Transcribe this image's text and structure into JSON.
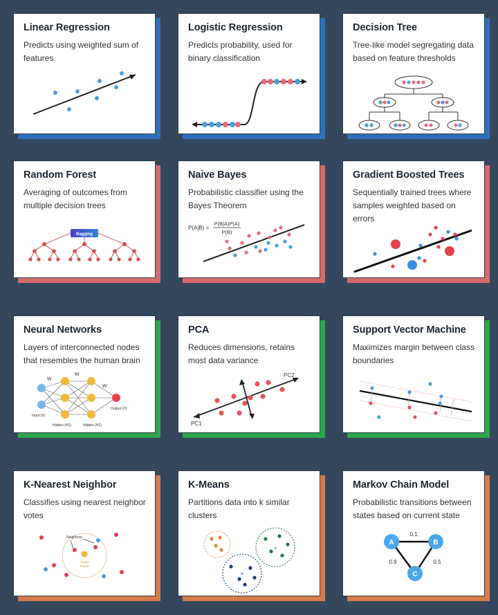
{
  "cards": {
    "linear_regression": {
      "title": "Linear Regression",
      "desc": "Predicts using weighted sum of features",
      "accent": "#2f6fbd"
    },
    "logistic_regression": {
      "title": "Logistic Regression",
      "desc": "Predicts probability, used for binary classification",
      "accent": "#2f6fbd"
    },
    "decision_tree": {
      "title": "Decision Tree",
      "desc": "Tree-like model segregating data based on feature thresholds",
      "accent": "#2f6fbd"
    },
    "random_forest": {
      "title": "Random Forest",
      "desc": "Averaging of outcomes from multiple decision trees",
      "accent": "#d86a6a",
      "bagging_label": "Bagging"
    },
    "naive_bayes": {
      "title": "Naive Bayes",
      "desc": "Probabilistic classifier using the Bayes Theorem",
      "accent": "#d86a6a",
      "formula_lhs": "P(A|B) =",
      "formula_num": "P(B|A)P(A)",
      "formula_den": "P(B)"
    },
    "gradient_boosted": {
      "title": "Gradient Boosted Trees",
      "desc": "Sequentially trained trees where samples weighted based on errors",
      "accent": "#d86a6a"
    },
    "neural_networks": {
      "title": "Neural Networks",
      "desc": "Layers of interconnected nodes that resembles the human brain",
      "accent": "#2ba84a",
      "w_label": "W",
      "input_label": "Input (X)",
      "hidden1_label": "Hidden (H1)",
      "hidden2_label": "Hidden (H2)",
      "output_label": "Output (O)"
    },
    "pca": {
      "title": "PCA",
      "desc": "Reduces dimensions, retains most data variance",
      "accent": "#2ba84a",
      "pc1_label": "PC1",
      "pc2_label": "PC2"
    },
    "svm": {
      "title": "Support Vector Machine",
      "desc": "Maximizes margin between class boundaries",
      "accent": "#2ba84a"
    },
    "knn": {
      "title": "K-Nearest Neighbor",
      "desc": "Classifies using nearest neighbor votes",
      "accent": "#d77c4a",
      "neighbors_label": "Neighbors",
      "target_label": "Target",
      "target_label_2": "Points"
    },
    "kmeans": {
      "title": "K-Means",
      "desc": "Partitions data into k similar clusters",
      "accent": "#d77c4a"
    },
    "markov": {
      "title": "Markov Chain Model",
      "desc": "Probabilistic transitions between states based on current state",
      "accent": "#d77c4a",
      "state_a": "A",
      "state_b": "B",
      "state_c": "C",
      "p_ab": "0.1",
      "p_ac": "0.9",
      "p_bc": "0.5"
    }
  }
}
